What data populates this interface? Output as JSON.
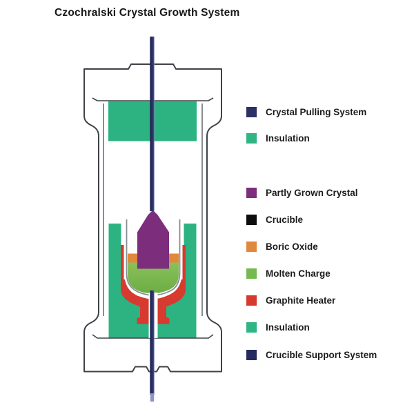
{
  "title": "Czochralski Crystal Growth System",
  "legend": {
    "items": [
      {
        "label": "Crystal Pulling System",
        "color": "#2b3067"
      },
      {
        "label": "Insulation",
        "color": "#2fb484"
      },
      {
        "label": "Partly Grown Crystal",
        "color": "#7c2e7c"
      },
      {
        "label": "Crucible",
        "color": "#0d0d0d"
      },
      {
        "label": "Boric Oxide",
        "color": "#e0883c"
      },
      {
        "label": "Molten Charge",
        "color": "#76b94e"
      },
      {
        "label": "Graphite Heater",
        "color": "#d63a2e"
      },
      {
        "label": "Insulation",
        "color": "#2fb484"
      },
      {
        "label": "Crucible Support System",
        "color": "#252b5e"
      }
    ]
  },
  "palette": {
    "outline": "#3e4246",
    "insulation": "#2db382",
    "heater": "#d73a2e",
    "crystal": "#7c2e7c",
    "boric_oxide": "#e0883c",
    "molten_top": "#8ac05c",
    "molten_bottom": "#6cad42",
    "crucible_line": "#878d96",
    "rod_dark": "#1f244e",
    "rod_mid": "#2b3167",
    "rod_light": "#8d97c6",
    "rod_tip": "#8b96c4",
    "background": "#ffffff"
  }
}
